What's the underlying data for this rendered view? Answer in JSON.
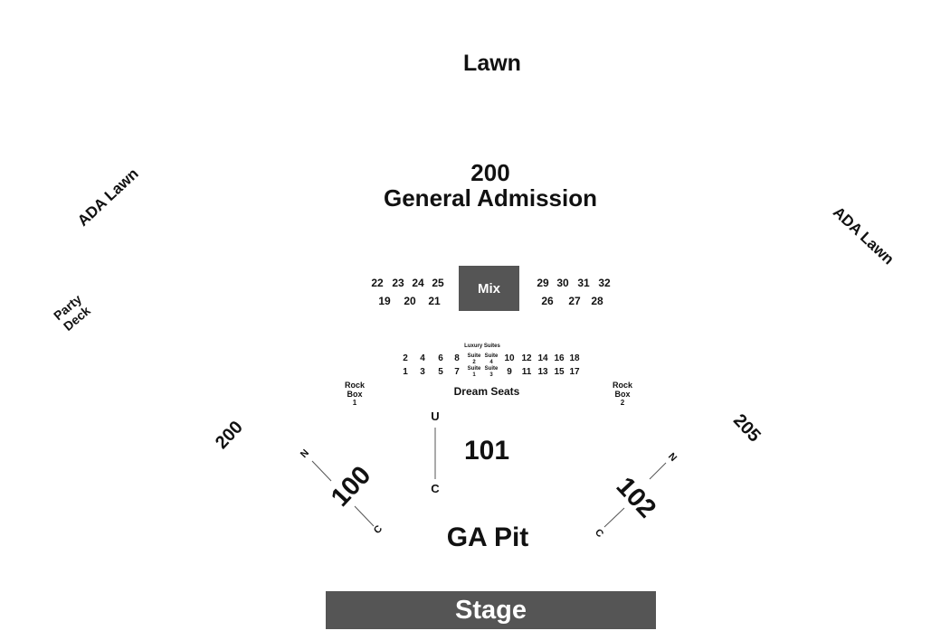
{
  "lawn": "Lawn",
  "general_admission": {
    "number": "200",
    "label": "General Admission"
  },
  "ada_lawn_left": "ADA Lawn",
  "ada_lawn_right": "ADA Lawn",
  "party_deck": {
    "line1": "Party",
    "line2": "Deck"
  },
  "mix": "Mix",
  "upper_boxes_left_top": [
    "22",
    "23",
    "24",
    "25"
  ],
  "upper_boxes_left_bottom": [
    "19",
    "20",
    "21"
  ],
  "upper_boxes_right_top": [
    "29",
    "30",
    "31",
    "32"
  ],
  "upper_boxes_right_bottom": [
    "26",
    "27",
    "28"
  ],
  "luxury_suites": "Luxury Suites",
  "dream_boxes_left_top": [
    "2",
    "4",
    "6",
    "8"
  ],
  "dream_boxes_left_bottom": [
    "1",
    "3",
    "5",
    "7"
  ],
  "dream_boxes_right_top": [
    "10",
    "12",
    "14",
    "16",
    "18"
  ],
  "dream_boxes_right_bottom": [
    "9",
    "11",
    "13",
    "15",
    "17"
  ],
  "suites_top": [
    {
      "label": "Suite",
      "num": "2"
    },
    {
      "label": "Suite",
      "num": "4"
    }
  ],
  "suites_bottom": [
    {
      "label": "Suite",
      "num": "1"
    },
    {
      "label": "Suite",
      "num": "3"
    }
  ],
  "dream_seats": "Dream Seats",
  "rock_box_1": {
    "line1": "Rock",
    "line2": "Box",
    "num": "1"
  },
  "rock_box_2": {
    "line1": "Rock",
    "line2": "Box",
    "num": "2"
  },
  "section_200_side": "200",
  "section_205": "205",
  "section_100": "100",
  "section_101": "101",
  "section_102": "102",
  "aisle_letters": {
    "u": "U",
    "c": "C",
    "n": "N"
  },
  "ga_pit": "GA Pit",
  "stage": "Stage"
}
